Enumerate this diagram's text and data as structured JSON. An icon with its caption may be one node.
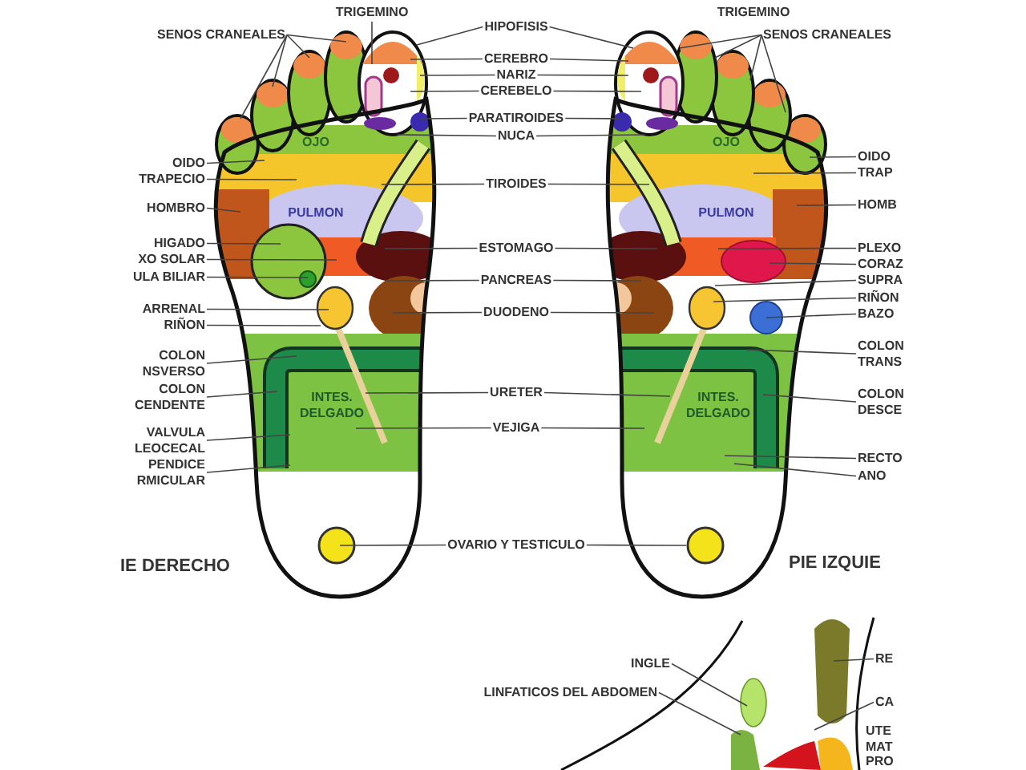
{
  "diagram": {
    "nodes": [
      {
        "text": [
          "SENOS CRANEALES"
        ]
      },
      {
        "text": [
          "TRIGEMINO"
        ]
      },
      {
        "text": [
          "OIDO"
        ]
      },
      {
        "text": [
          "TRAPECIO"
        ]
      },
      {
        "text": [
          "HOMBRO"
        ]
      },
      {
        "text": [
          "HIGADO"
        ]
      },
      {
        "text": [
          "XO SOLAR"
        ]
      },
      {
        "text": [
          "ULA BILIAR"
        ]
      },
      {
        "text": [
          "ARRENAL"
        ]
      },
      {
        "text": [
          "RIÑON"
        ]
      },
      {
        "text": [
          "COLON NSVERSO"
        ]
      },
      {
        "text": [
          "COLON CENDENTE"
        ]
      },
      {
        "text": [
          "VALVULA LEOCECAL"
        ]
      },
      {
        "text": [
          "PENDICE RMICULAR"
        ]
      },
      {
        "text": [
          "HIPOFISIS"
        ]
      },
      {
        "text": [
          "CEREBRO"
        ]
      },
      {
        "text": [
          "NARIZ"
        ]
      },
      {
        "text": [
          "CEREBELO"
        ]
      },
      {
        "text": [
          "PARATIROIDES"
        ]
      },
      {
        "text": [
          "NUCA"
        ]
      },
      {
        "text": [
          "TIROIDES"
        ]
      },
      {
        "text": [
          "ESTOMAGO"
        ]
      },
      {
        "text": [
          "PANCREAS"
        ]
      },
      {
        "text": [
          "DUODENO"
        ]
      },
      {
        "text": [
          "URETER"
        ]
      },
      {
        "text": [
          "VEJIGA"
        ]
      },
      {
        "text": [
          "OVARIO Y TESTICULO"
        ]
      },
      {
        "text": [
          "SENOS CRANEALES"
        ]
      },
      {
        "text": [
          "OIDO"
        ]
      },
      {
        "text": [
          "TRAP"
        ]
      },
      {
        "text": [
          "HOMB"
        ]
      },
      {
        "text": [
          "PLEXO"
        ]
      },
      {
        "text": [
          "CORAZ"
        ]
      },
      {
        "text": [
          "SUPRA"
        ]
      },
      {
        "text": [
          "RIÑON"
        ]
      },
      {
        "text": [
          "BAZO"
        ]
      },
      {
        "text": [
          "COLON TRANS"
        ]
      },
      {
        "text": [
          "COLON DESCE"
        ]
      },
      {
        "text": [
          "RECTO"
        ]
      },
      {
        "text": [
          "ANO"
        ]
      },
      {
        "text": [
          "INGLE"
        ]
      },
      {
        "text": [
          "LINFATICOS DEL ABDOMEN"
        ]
      },
      {
        "text": [
          "RE"
        ]
      },
      {
        "text": [
          "CA"
        ]
      },
      {
        "text": [
          "OJO",
          "PULMON",
          "INTES. DELGADO"
        ]
      },
      {
        "text": [
          "OJO",
          "PULMON",
          "INTES. DELGADO"
        ]
      },
      {
        "text": [],
        "shape": "picture"
      }
    ],
    "edges": [
      {
        "from": 0,
        "to": 44,
        "arrow": "none"
      },
      {
        "from": 0,
        "to": 44,
        "arrow": "none"
      },
      {
        "from": 0,
        "to": 44,
        "arrow": "none"
      },
      {
        "from": 0,
        "to": 44,
        "arrow": "none"
      },
      {
        "from": 1,
        "to": 44,
        "arrow": "none"
      },
      {
        "from": 2,
        "to": 44,
        "arrow": "none"
      },
      {
        "from": 3,
        "to": 44,
        "arrow": "none"
      },
      {
        "from": 4,
        "to": 44,
        "arrow": "none"
      },
      {
        "from": 5,
        "to": 44,
        "arrow": "none"
      },
      {
        "from": 6,
        "to": 44,
        "arrow": "none"
      },
      {
        "from": 7,
        "to": 44,
        "arrow": "none"
      },
      {
        "from": 8,
        "to": 44,
        "arrow": "none"
      },
      {
        "from": 9,
        "to": 44,
        "arrow": "none"
      },
      {
        "from": 10,
        "to": 44,
        "arrow": "none"
      },
      {
        "from": 11,
        "to": 44,
        "arrow": "none"
      },
      {
        "from": 12,
        "to": 44,
        "arrow": "none"
      },
      {
        "from": 13,
        "to": 44,
        "arrow": "none"
      },
      {
        "from": 14,
        "to": 44,
        "arrow": "none"
      },
      {
        "from": 14,
        "to": 45,
        "arrow": "none"
      },
      {
        "from": 15,
        "to": 44,
        "arrow": "none"
      },
      {
        "from": 15,
        "to": 45,
        "arrow": "none"
      },
      {
        "from": 16,
        "to": 44,
        "arrow": "none"
      },
      {
        "from": 16,
        "to": 45,
        "arrow": "none"
      },
      {
        "from": 17,
        "to": 44,
        "arrow": "none"
      },
      {
        "from": 17,
        "to": 45,
        "arrow": "none"
      },
      {
        "from": 18,
        "to": 44,
        "arrow": "none"
      },
      {
        "from": 18,
        "to": 45,
        "arrow": "none"
      },
      {
        "from": 19,
        "to": 44,
        "arrow": "none"
      },
      {
        "from": 19,
        "to": 45,
        "arrow": "none"
      },
      {
        "from": 20,
        "to": 44,
        "arrow": "none"
      },
      {
        "from": 20,
        "to": 45,
        "arrow": "none"
      },
      {
        "from": 21,
        "to": 44,
        "arrow": "none"
      },
      {
        "from": 21,
        "to": 45,
        "arrow": "none"
      },
      {
        "from": 22,
        "to": 44,
        "arrow": "none"
      },
      {
        "from": 22,
        "to": 45,
        "arrow": "none"
      },
      {
        "from": 23,
        "to": 44,
        "arrow": "none"
      },
      {
        "from": 23,
        "to": 45,
        "arrow": "none"
      },
      {
        "from": 24,
        "to": 44,
        "arrow": "none"
      },
      {
        "from": 24,
        "to": 45,
        "arrow": "none"
      },
      {
        "from": 25,
        "to": 44,
        "arrow": "none"
      },
      {
        "from": 25,
        "to": 45,
        "arrow": "none"
      },
      {
        "from": 26,
        "to": 44,
        "arrow": "none"
      },
      {
        "from": 26,
        "to": 45,
        "arrow": "none"
      },
      {
        "from": 27,
        "to": 45,
        "arrow": "none"
      },
      {
        "from": 27,
        "to": 45,
        "arrow": "none"
      },
      {
        "from": 27,
        "to": 45,
        "arrow": "none"
      },
      {
        "from": 27,
        "to": 45,
        "arrow": "none"
      },
      {
        "from": 28,
        "to": 45,
        "arrow": "none"
      },
      {
        "from": 29,
        "to": 45,
        "arrow": "none"
      },
      {
        "from": 30,
        "to": 45,
        "arrow": "none"
      },
      {
        "from": 31,
        "to": 45,
        "arrow": "none"
      },
      {
        "from": 32,
        "to": 45,
        "arrow": "none"
      },
      {
        "from": 33,
        "to": 45,
        "arrow": "none"
      },
      {
        "from": 34,
        "to": 45,
        "arrow": "none"
      },
      {
        "from": 35,
        "to": 45,
        "arrow": "none"
      },
      {
        "from": 36,
        "to": 45,
        "arrow": "none"
      },
      {
        "from": 37,
        "to": 45,
        "arrow": "none"
      },
      {
        "from": 38,
        "to": 45,
        "arrow": "none"
      },
      {
        "from": 39,
        "to": 45,
        "arrow": "none"
      },
      {
        "from": 40,
        "to": 46,
        "arrow": "none"
      },
      {
        "from": 41,
        "to": 46,
        "arrow": "none"
      },
      {
        "from": 42,
        "to": 46,
        "arrow": "none"
      },
      {
        "from": 43,
        "to": 46,
        "arrow": "none"
      }
    ],
    "labels": [
      "TRIGEMINO",
      "IE DERECHO",
      "PIE IZQUIE",
      "UTE MAT PRO"
    ]
  }
}
